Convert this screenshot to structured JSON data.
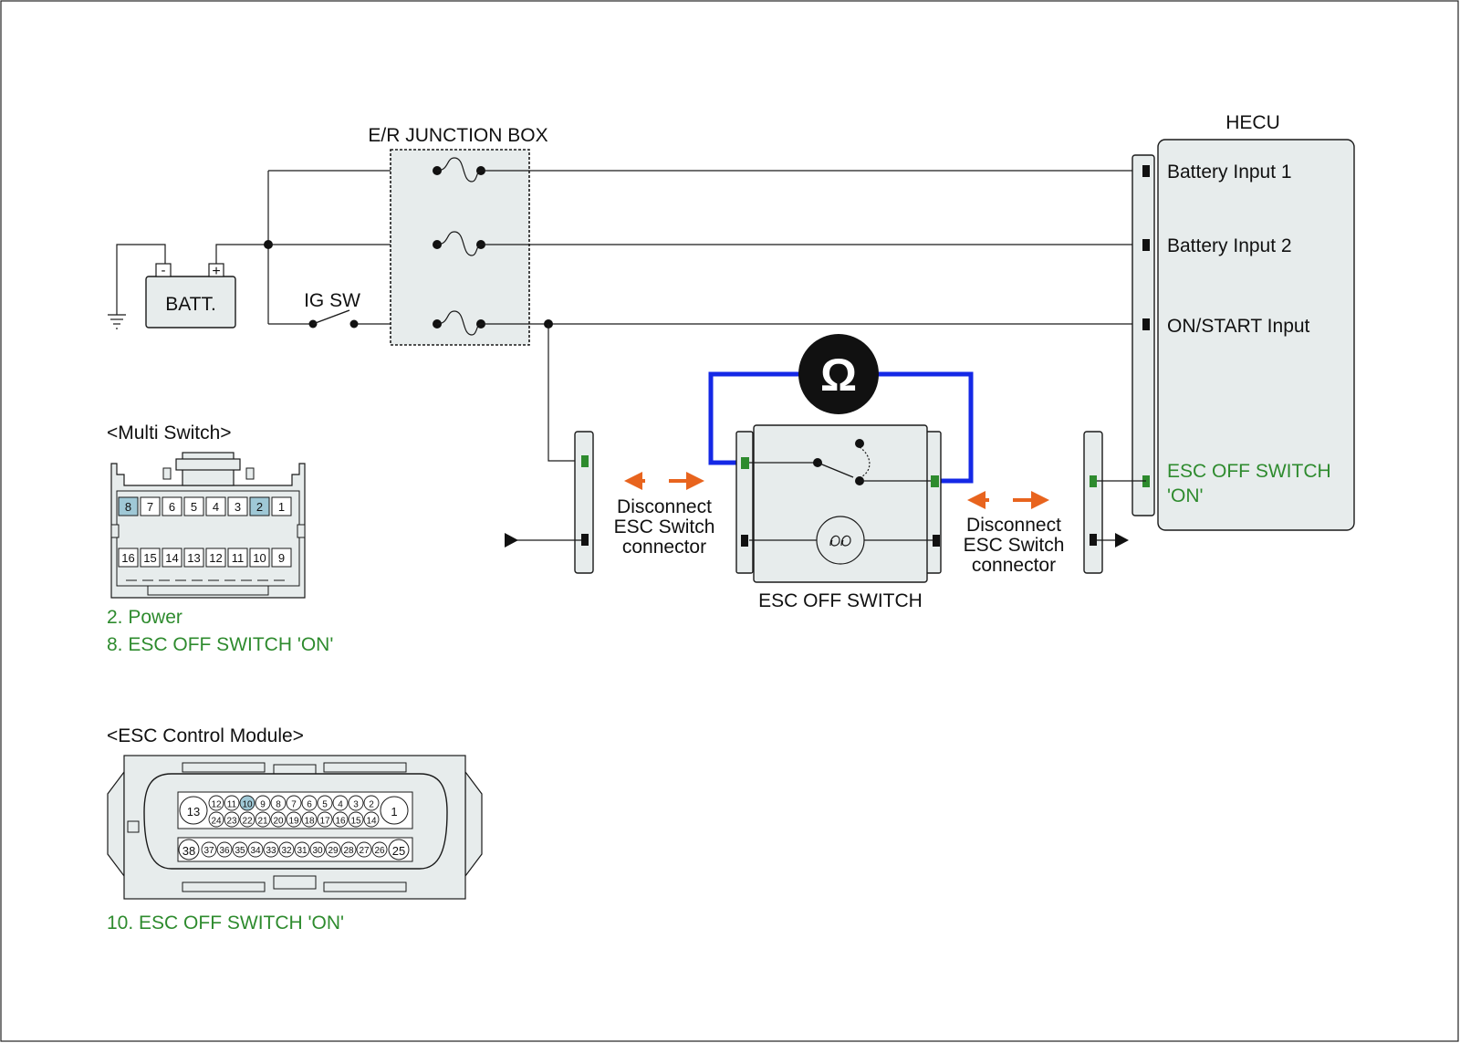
{
  "labels": {
    "junction_box": "E/R JUNCTION BOX",
    "hecu": "HECU",
    "batt": "BATT.",
    "ig_sw": "IG SW",
    "battery_input_1": "Battery Input 1",
    "battery_input_2": "Battery Input 2",
    "on_start_input": "ON/START Input",
    "esc_off_switch_on_line1": "ESC OFF SWITCH",
    "esc_off_switch_on_line2": "'ON'",
    "esc_off_switch": "ESC OFF SWITCH",
    "ohm": "Ω",
    "batt_minus": "-",
    "batt_plus": "+"
  },
  "disconnect_left": [
    "Disconnect",
    "ESC  Switch",
    "connector"
  ],
  "disconnect_right": [
    "Disconnect",
    "ESC Switch",
    "connector"
  ],
  "multi_switch": {
    "title": "<Multi Switch>",
    "top_row": [
      "8",
      "7",
      "6",
      "5",
      "4",
      "3",
      "2",
      "1"
    ],
    "bottom_row": [
      "16",
      "15",
      "14",
      "13",
      "12",
      "11",
      "10",
      "9"
    ],
    "highlighted": [
      "8",
      "2"
    ],
    "notes": [
      "2. Power",
      "8. ESC OFF SWITCH 'ON'"
    ]
  },
  "esc_module": {
    "title": "<ESC Control Module>",
    "big_left_top": "13",
    "big_right_top": "1",
    "row1": [
      "12",
      "11",
      "10",
      "9",
      "8",
      "7",
      "6",
      "5",
      "4",
      "3",
      "2"
    ],
    "row2": [
      "24",
      "23",
      "22",
      "21",
      "20",
      "19",
      "18",
      "17",
      "16",
      "15",
      "14"
    ],
    "big_left_bottom": "38",
    "big_right_bottom": "25",
    "row3": [
      "37",
      "36",
      "35",
      "34",
      "33",
      "32",
      "31",
      "30",
      "29",
      "28",
      "27",
      "26"
    ],
    "highlighted": [
      "10"
    ],
    "note": "10. ESC OFF SWITCH 'ON'"
  },
  "colors": {
    "highlight_green": "#2e8b2e",
    "meter_wire_blue": "#1428e6",
    "arrow_orange": "#e8641e",
    "pin_highlight": "#9fc8d6",
    "component_fill": "#e7ecec"
  }
}
